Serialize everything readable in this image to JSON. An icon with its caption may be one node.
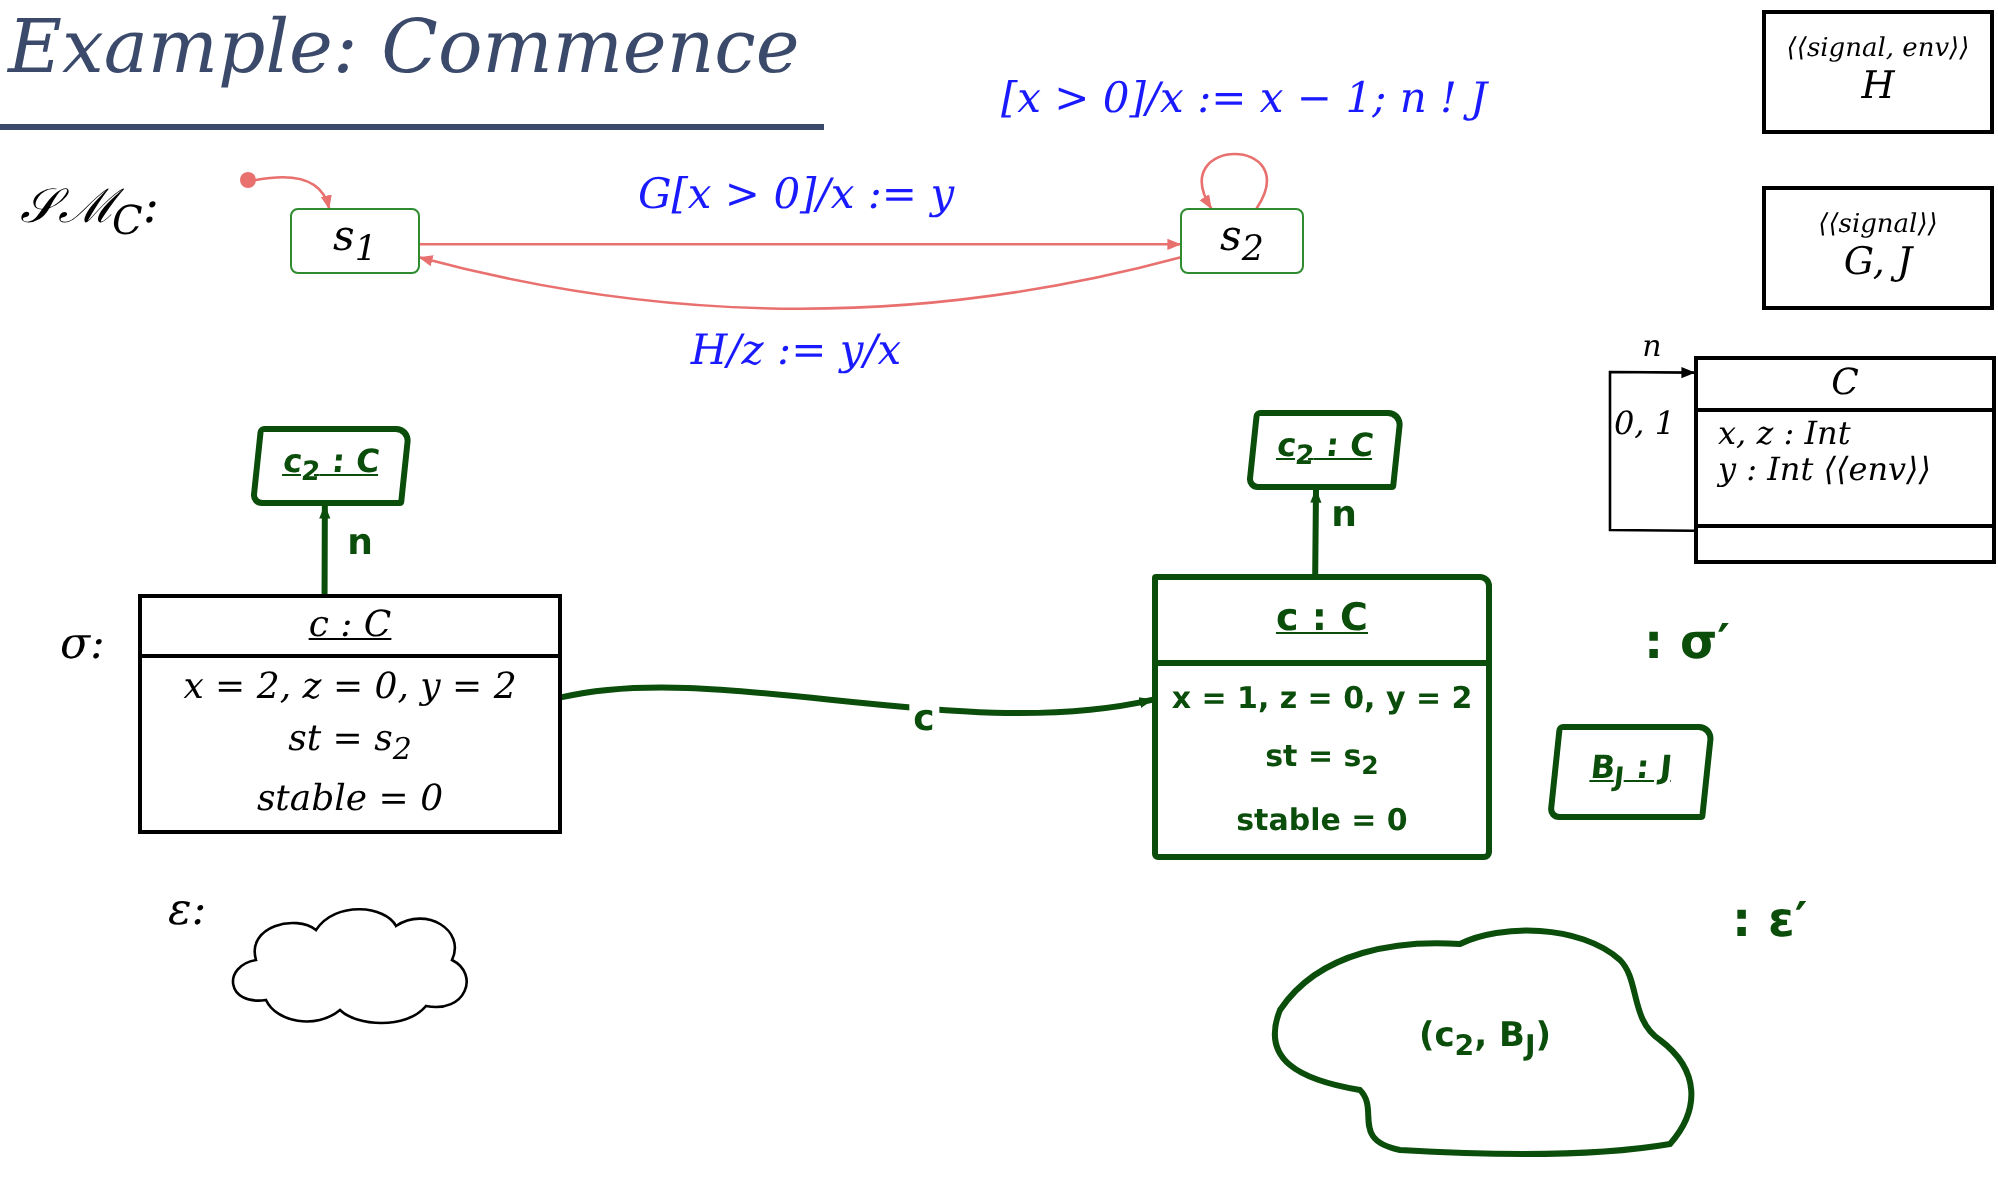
{
  "diagram": {
    "title": "Example: Commence",
    "nodes": [
      {
        "text": [],
        "shape": "circle"
      },
      {
        "text": [
          "s$_{1}$"
        ]
      },
      {
        "text": [
          "s$_{2}$"
        ]
      },
      {
        "text": [
          "⟨⟨signal, env⟩⟩",
          "H"
        ]
      },
      {
        "text": [
          "⟨⟨signal⟩⟩",
          "G, J"
        ]
      },
      {
        "text": [
          "C",
          "x, z : Int",
          "y : Int ⟨⟨env⟩⟩"
        ]
      },
      {
        "text": [
          "c$_{2}$ : C"
        ]
      },
      {
        "text": [
          "c : C",
          "x = 2, z = 0, y = 2",
          "st = s$_{2}$",
          "stable = 0"
        ],
        "beside": [
          "σ:"
        ]
      },
      {
        "text": [],
        "shape": "cloud",
        "beside": [
          "ε:"
        ]
      },
      {
        "text": [
          "c$_{2}$ : C"
        ]
      },
      {
        "text": [
          "c : C",
          "x = 1, z = 0, y = 2",
          "st = s$_{2}$",
          "stable = 0"
        ]
      },
      {
        "text": [
          "B$_{J}$ : J"
        ]
      },
      {
        "text": [
          "(c$_{2}$, B$_{J}$)"
        ]
      }
    ],
    "edges": [
      {
        "from": 0,
        "to": 1,
        "arrow": "to",
        "color": "#e8706e"
      },
      {
        "from": 1,
        "to": 2,
        "arrow": "to",
        "label": "G[x > 0]/x := y",
        "color": "#e8706e"
      },
      {
        "from": 2,
        "to": 1,
        "arrow": "to",
        "label": "H/z := y/x",
        "color": "#e8706e"
      },
      {
        "from": 2,
        "to": 2,
        "arrow": "to",
        "label": "[x > 0]/x := x − 1; n ! J",
        "color": "#e8706e"
      },
      {
        "from": 5,
        "to": 5,
        "arrow": "to",
        "label": "n",
        "color": "#000000"
      },
      {
        "from": 7,
        "to": 6,
        "arrow": "to",
        "label": "n",
        "style": "thick",
        "color": "#0b4d0b"
      },
      {
        "from": 10,
        "to": 9,
        "arrow": "to",
        "label": "n",
        "style": "thick",
        "color": "#0b4d0b"
      },
      {
        "from": 7,
        "to": 10,
        "arrow": "to",
        "label": "c",
        "style": "thick",
        "color": "#0b4d0b"
      }
    ],
    "labels": [
      "𝒮ℳ$_{C}$:",
      "0, 1",
      ": σ′",
      ": ε′"
    ]
  }
}
